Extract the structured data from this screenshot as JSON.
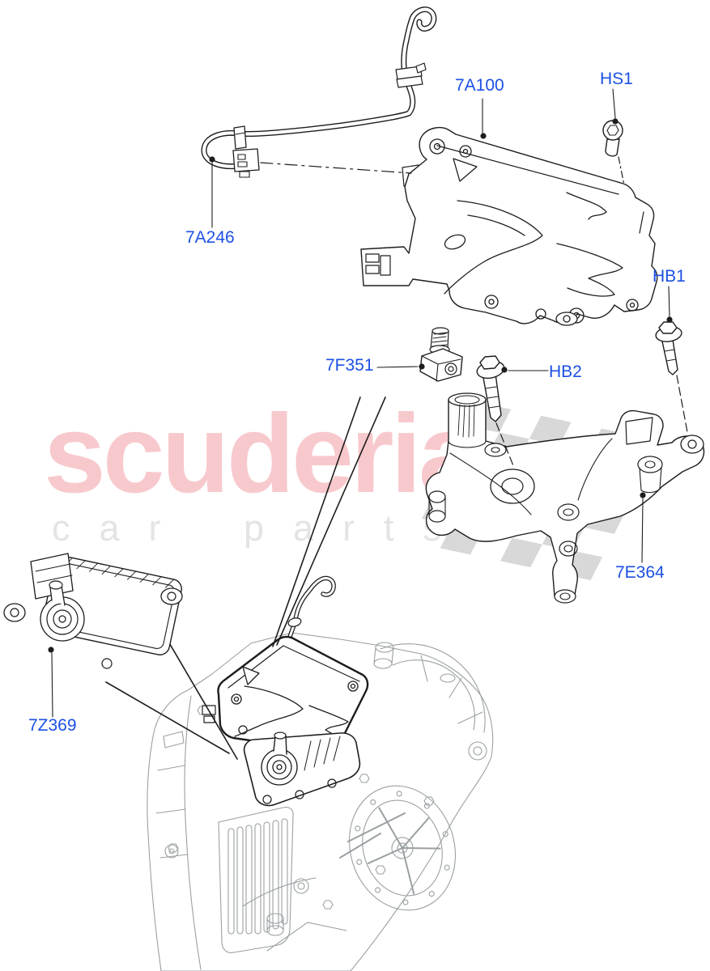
{
  "watermark": {
    "brand_text": "scuderia",
    "tagline_text": "car parts",
    "brand_color": "#f7c9cd",
    "tagline_color": "#e4e4e4",
    "flag_color": "#d8d8d8"
  },
  "diagram": {
    "label_color": "#1c50e3",
    "line_color": "#1d1d1d",
    "assembly_line_color": "#9aa0a2",
    "part_labels": [
      {
        "code": "7A100"
      },
      {
        "code": "HS1"
      },
      {
        "code": "7A246"
      },
      {
        "code": "7F351"
      },
      {
        "code": "HB2"
      },
      {
        "code": "HB1"
      },
      {
        "code": "7E364"
      },
      {
        "code": "7Z369"
      }
    ]
  }
}
